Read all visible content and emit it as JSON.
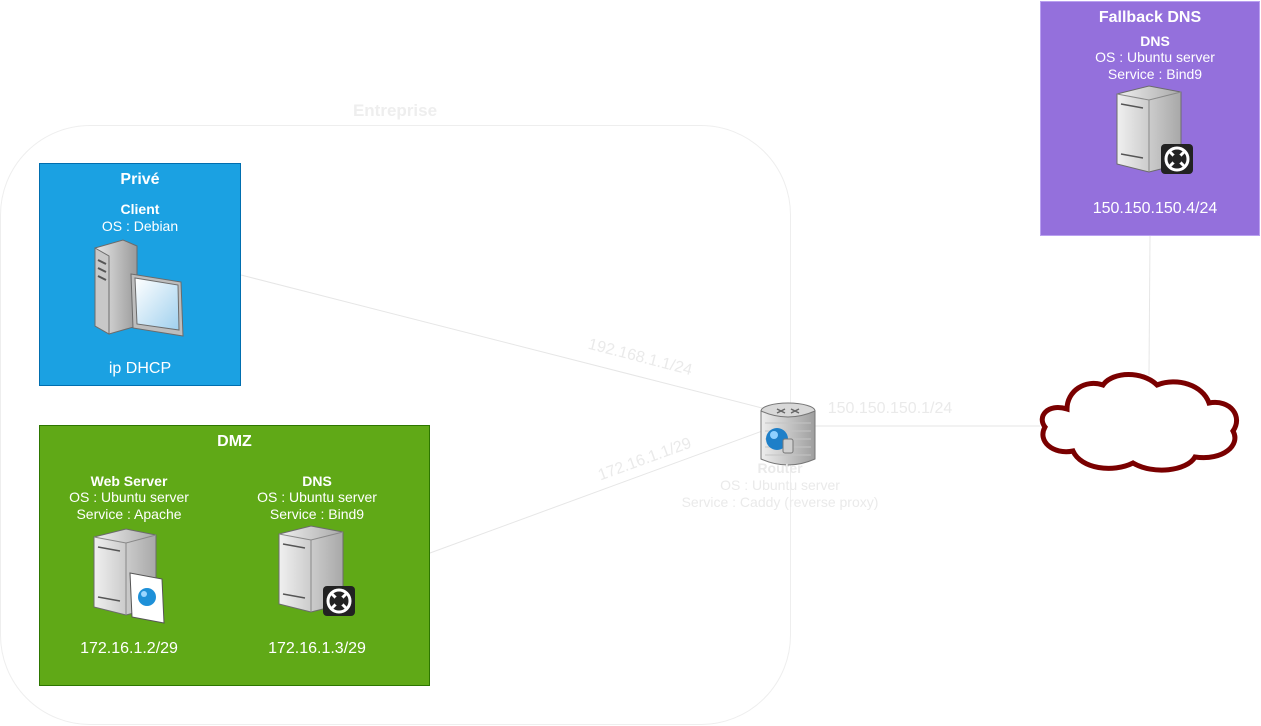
{
  "enterprise": {
    "label": "Entreprise"
  },
  "prive": {
    "title": "Privé",
    "client": {
      "name": "Client",
      "os": "OS : Debian",
      "ip": "ip DHCP"
    },
    "color": "#1ba1e2"
  },
  "dmz": {
    "title": "DMZ",
    "color": "#60a917",
    "web": {
      "name": "Web Server",
      "os": "OS : Ubuntu server",
      "service": "Service : Apache",
      "ip": "172.16.1.2/29"
    },
    "dns": {
      "name": "DNS",
      "os": "OS : Ubuntu server",
      "service": "Service : Bind9",
      "ip": "172.16.1.3/29"
    }
  },
  "router": {
    "name": "Router",
    "os": "OS : Ubuntu server",
    "service": "Service : Caddy (reverse proxy)",
    "ip_prive": "192.168.1.1/24",
    "ip_dmz": "172.16.1.1/29",
    "ip_wan": "150.150.150.1/24"
  },
  "fallback": {
    "title": "Fallback DNS",
    "color": "#9470dc",
    "name": "DNS",
    "os": "OS : Ubuntu server",
    "service": "Service : Bind9",
    "ip": "150.150.150.4/24"
  },
  "internet": {
    "icon": "cloud-icon",
    "color": "#7a0000"
  }
}
